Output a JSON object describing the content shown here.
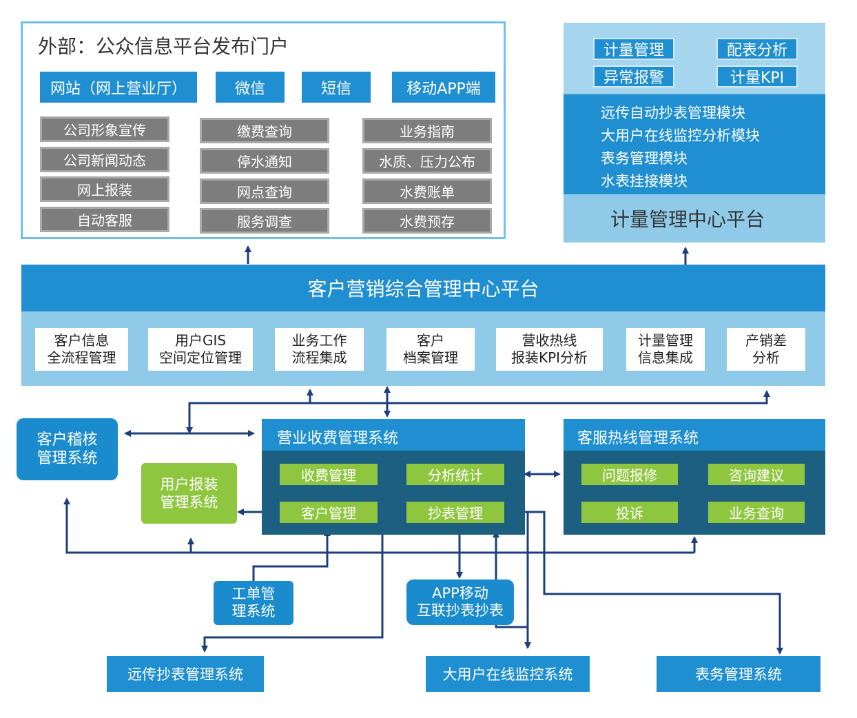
{
  "portal": {
    "title": "外部：公众信息平台发布门户",
    "channels": [
      "网站（网上营业厅）",
      "微信",
      "短信",
      "移动APP端"
    ],
    "col1": [
      "公司形象宣传",
      "公司新闻动态",
      "网上报装",
      "自动客服"
    ],
    "col2": [
      "缴费查询",
      "停水通知",
      "网点查询",
      "服务调查"
    ],
    "col3": [
      "业务指南",
      "水质、压力公布",
      "水费账单",
      "水费预存"
    ]
  },
  "metering": {
    "tags": [
      "计量管理",
      "配表分析",
      "异常报警",
      "计量KPI"
    ],
    "modules": [
      "远传自动抄表管理模块",
      "大用户在线监控分析模块",
      "表务管理模块",
      "水表挂接模块"
    ],
    "title": "计量管理中心平台"
  },
  "platform": {
    "title": "客户营销综合管理中心平台",
    "modules": [
      "客户信息\n全流程管理",
      "用户GIS\n空间定位管理",
      "业务工作\n流程集成",
      "客户\n档案管理",
      "营收热线\n报装KPI分析",
      "计量管理\n信息集成",
      "产销差\n分析"
    ]
  },
  "audit": {
    "label": "客户稽核\n管理系统"
  },
  "install": {
    "label": "用户报装\n管理系统"
  },
  "billing": {
    "title": "营业收费管理系统",
    "items": [
      "收费管理",
      "分析统计",
      "客户管理",
      "抄表管理"
    ]
  },
  "hotline": {
    "title": "客服热线管理系统",
    "items": [
      "问题报修",
      "咨询建议",
      "投诉",
      "业务查询"
    ]
  },
  "workorder": {
    "label": "工单管\n理系统"
  },
  "app": {
    "label": "APP移动\n互联抄表抄表"
  },
  "bottom": [
    "远传抄表管理系统",
    "大用户在线监控系统",
    "表务管理系统"
  ],
  "colors": {
    "primary_blue": "#1f8fd1",
    "light_blue": "#8fcbe8",
    "dark_navy": "#1d5f80",
    "gray": "#7d7d7d",
    "green": "#8ec63f",
    "arrow": "#1c3f7a"
  }
}
